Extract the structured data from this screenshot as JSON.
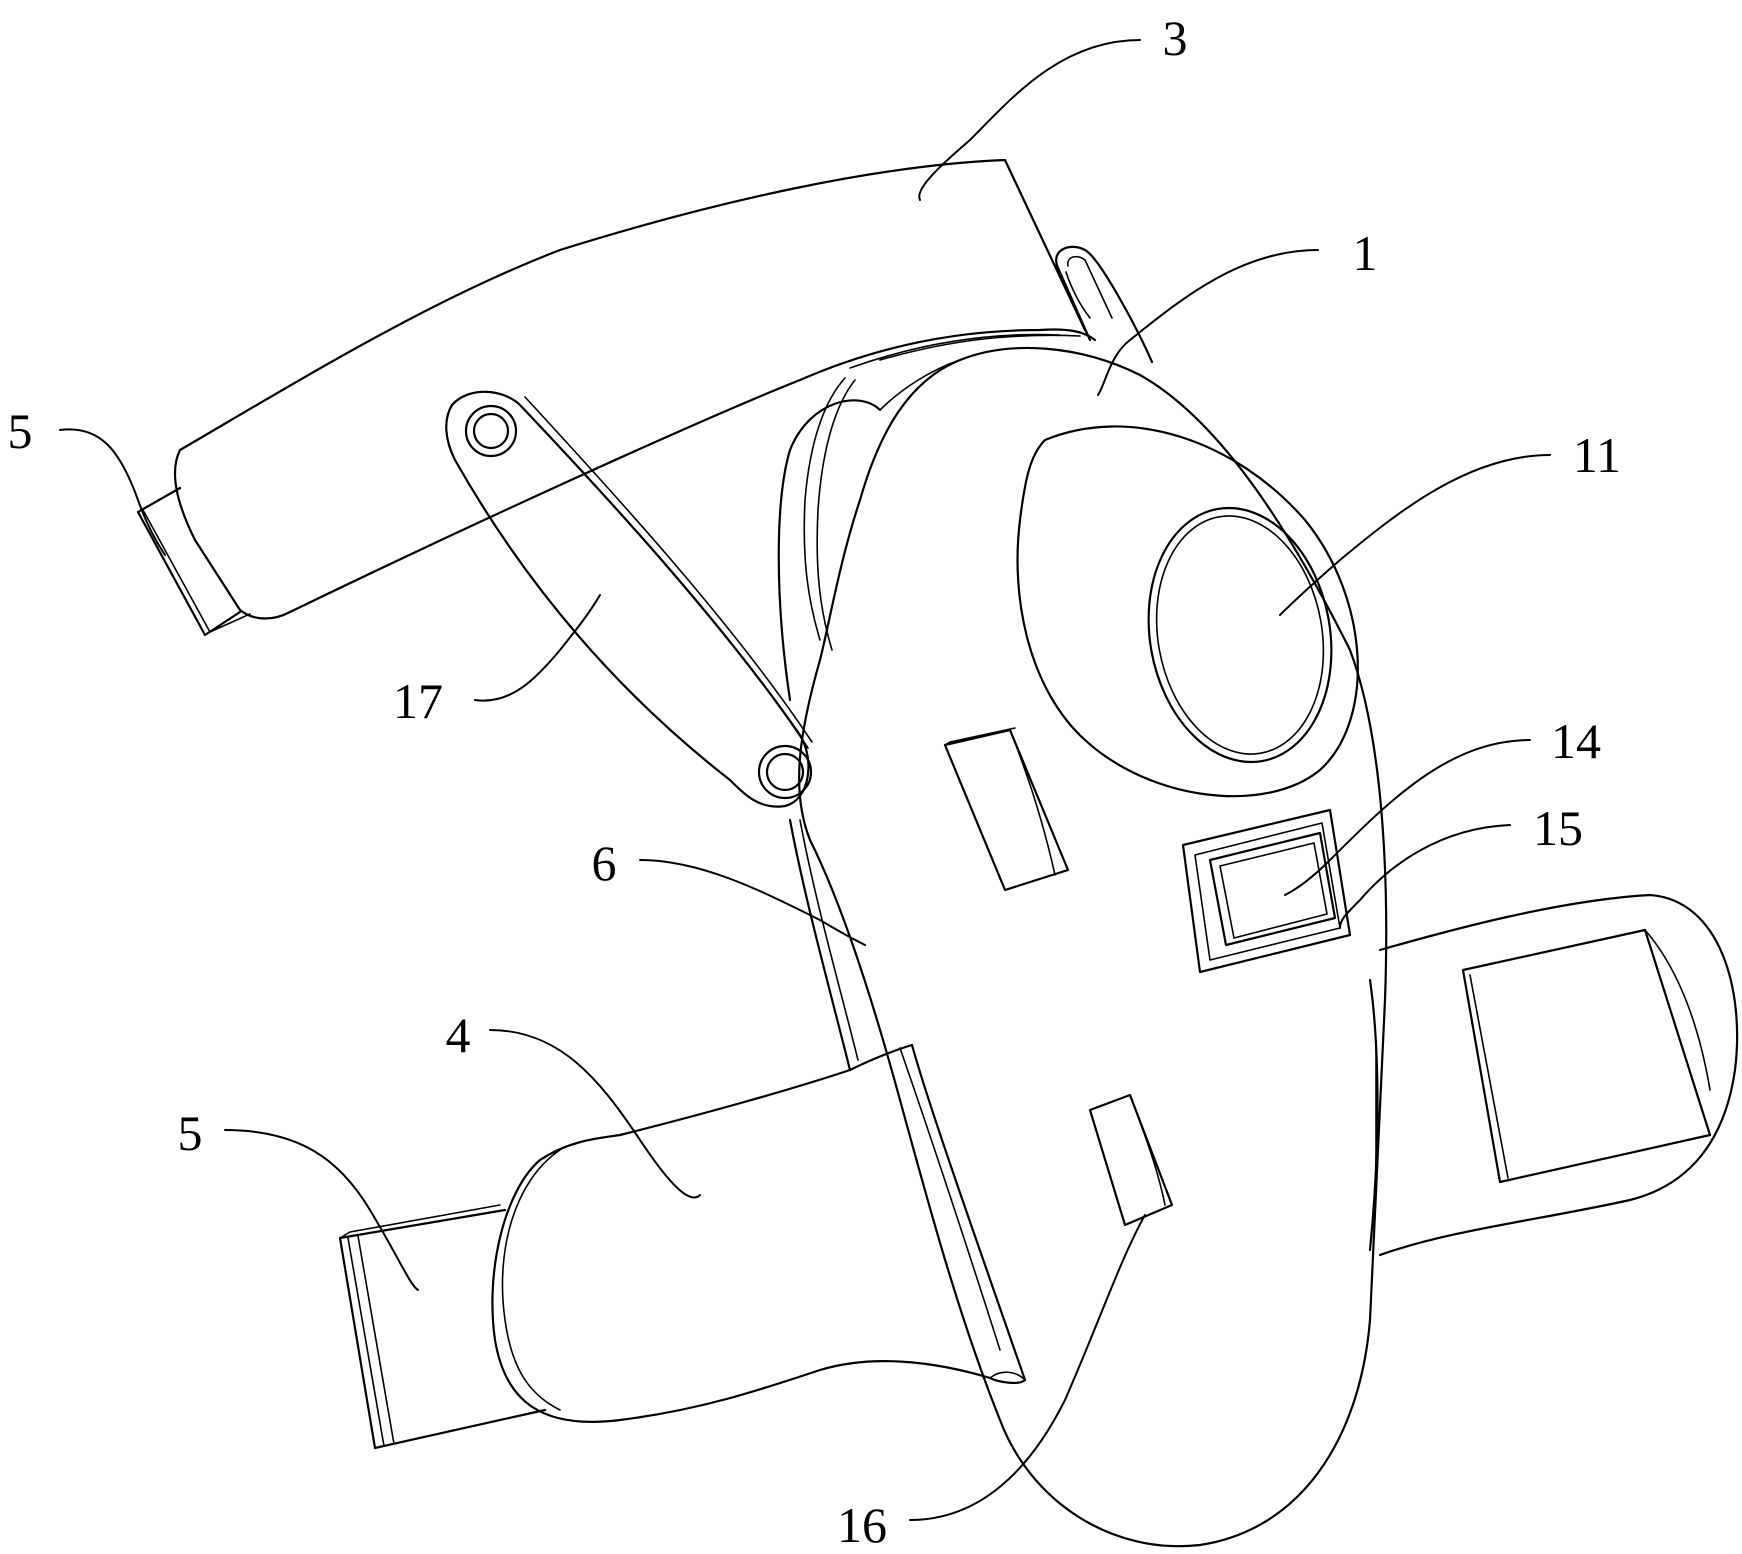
{
  "labels": {
    "l3": "3",
    "l1": "1",
    "l5_top": "5",
    "l11": "11",
    "l17": "17",
    "l14": "14",
    "l15": "15",
    "l6": "6",
    "l4": "4",
    "l5_bottom": "5",
    "l16": "16"
  }
}
